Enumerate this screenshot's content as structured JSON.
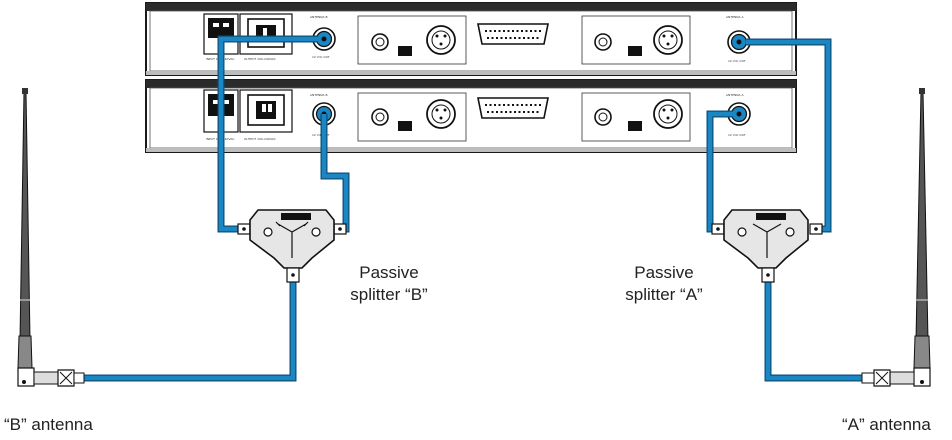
{
  "labels": {
    "splitter_b": [
      "Passive",
      "splitter “B”"
    ],
    "splitter_a": [
      "Passive",
      "splitter “A”"
    ],
    "antenna_b": "“B” antenna",
    "antenna_a": "“A” antenna"
  },
  "colors": {
    "cable": "#1b86c4",
    "cable_edge": "#0d4f78",
    "panel_outline": "#1a1a1a",
    "background": "#ffffff"
  },
  "icons": {
    "receiver": "rack-receiver",
    "splitter": "passive-splitter-icon",
    "antenna": "whip-antenna-icon",
    "connector": "bnc-connector-icon"
  }
}
